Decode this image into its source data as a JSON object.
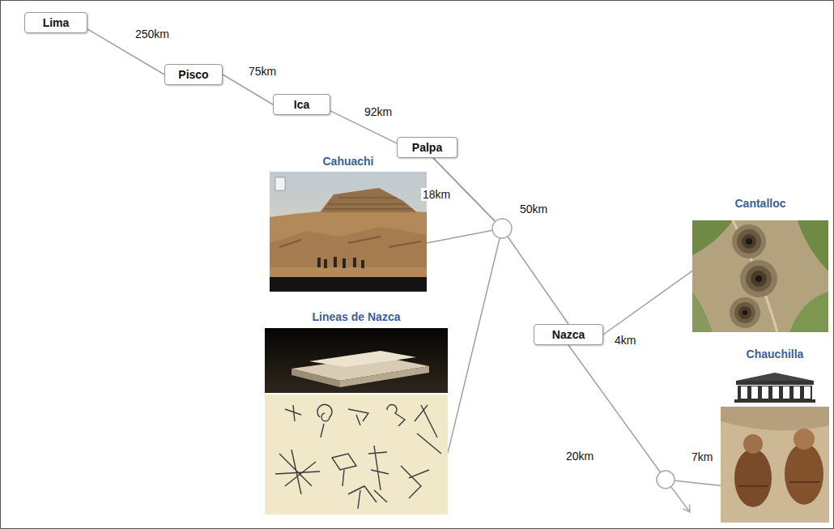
{
  "diagram": {
    "nodes": [
      {
        "text": [
          "Lima"
        ]
      },
      {
        "text": [
          "Pisco"
        ]
      },
      {
        "text": [
          "Ica"
        ]
      },
      {
        "text": [
          "Palpa"
        ]
      },
      {
        "text": [
          "Cahuachi"
        ]
      },
      {
        "text": [
          "Lineas de Nazca"
        ]
      },
      {
        "text": [
          "Nazca"
        ]
      },
      {
        "text": [
          "Cantalloc"
        ]
      },
      {
        "text": [
          "Chauchilla"
        ]
      }
    ],
    "edges": [
      {
        "from": 0,
        "to": 1,
        "arrow": "none",
        "label": "250km"
      },
      {
        "from": 1,
        "to": 2,
        "arrow": "none",
        "label": "75km"
      },
      {
        "from": 2,
        "to": 3,
        "arrow": "none",
        "label": "92km"
      },
      {
        "from": 3,
        "to": 4,
        "arrow": "none",
        "label": "18km"
      },
      {
        "from": 3,
        "to": 5,
        "arrow": "none"
      },
      {
        "from": 3,
        "to": 6,
        "arrow": "none",
        "label": "50km"
      },
      {
        "from": 6,
        "to": 7,
        "arrow": "none",
        "label": "4km"
      },
      {
        "from": 6,
        "to": 8,
        "arrow": "none",
        "label": "20km"
      }
    ],
    "labels": [
      "7km"
    ]
  }
}
